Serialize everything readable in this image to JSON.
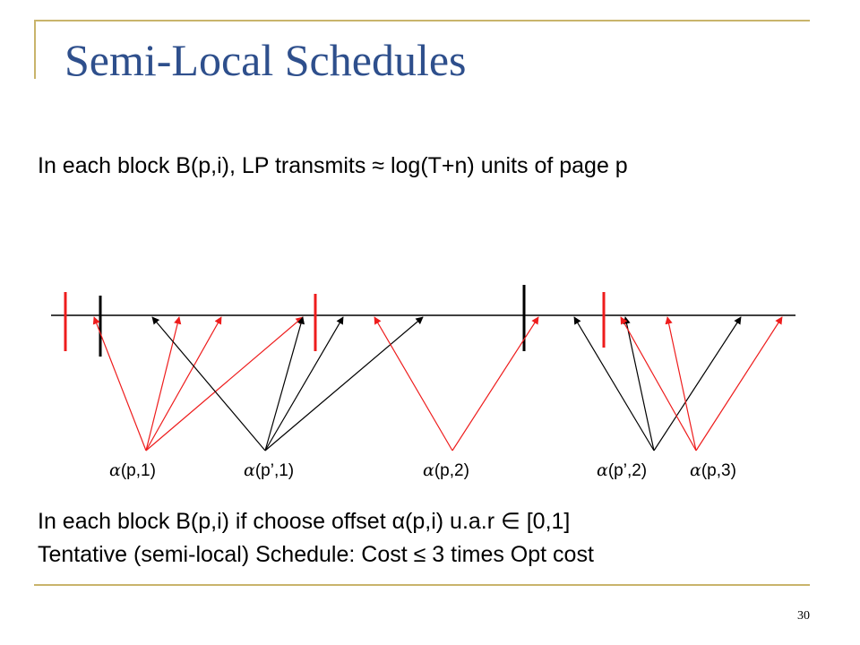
{
  "slide": {
    "title": "Semi-Local Schedules",
    "page_number": "30",
    "frame_color": "#c9b46b",
    "title_color": "#2e4f8c"
  },
  "body": {
    "line1": "In each block  B(p,i), LP transmits ≈ log(T+n) units of page p",
    "line2": "In each block B(p,i) if choose offset α(p,i) u.a.r ∈ [0,1]",
    "line3": "Tentative (semi-local) Schedule:  Cost ≤ 3  times  Opt cost"
  },
  "diagram": {
    "colors": {
      "red": "#ee1c1c",
      "black": "#000000"
    },
    "labels": [
      {
        "alpha": "α",
        "text": "(p,1)"
      },
      {
        "alpha": "α",
        "text": "(p’,1)"
      },
      {
        "alpha": "α",
        "text": "(p,2)"
      },
      {
        "alpha": "α",
        "text": "(p’,2)"
      },
      {
        "alpha": "α",
        "text": "(p,3)"
      }
    ]
  }
}
